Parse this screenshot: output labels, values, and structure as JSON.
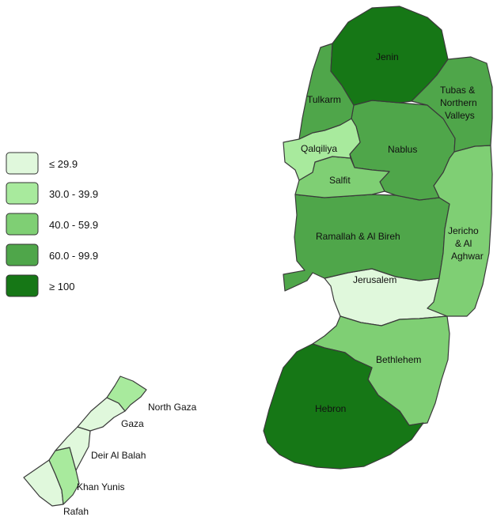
{
  "colors": {
    "class_1": "#e0f8dc",
    "class_2": "#a8ea9d",
    "class_3": "#7fcf74",
    "class_4": "#4fa64a",
    "class_5": "#167716"
  },
  "legend": {
    "items": [
      {
        "label": "≤ 29.9",
        "class": "class_1"
      },
      {
        "label": "30.0 - 39.9",
        "class": "class_2"
      },
      {
        "label": "40.0 - 59.9",
        "class": "class_3"
      },
      {
        "label": "60.0 - 99.9",
        "class": "class_4"
      },
      {
        "label": "≥ 100",
        "class": "class_5"
      }
    ]
  },
  "west_bank": {
    "governorates": [
      {
        "name": "Jenin",
        "label_lines": [
          "Jenin"
        ],
        "class": "class_5"
      },
      {
        "name": "Tubas & Northern Valleys",
        "label_lines": [
          "Tubas &",
          "Northern",
          "Valleys"
        ],
        "class": "class_4"
      },
      {
        "name": "Tulkarm",
        "label_lines": [
          "Tulkarm"
        ],
        "class": "class_4"
      },
      {
        "name": "Nablus",
        "label_lines": [
          "Nablus"
        ],
        "class": "class_4"
      },
      {
        "name": "Qalqiliya",
        "label_lines": [
          "Qalqiliya"
        ],
        "class": "class_2"
      },
      {
        "name": "Salfit",
        "label_lines": [
          "Salfit"
        ],
        "class": "class_3"
      },
      {
        "name": "Jericho & Al Aghwar",
        "label_lines": [
          "Jericho",
          "& Al",
          "Aghwar"
        ],
        "class": "class_3"
      },
      {
        "name": "Ramallah & Al Bireh",
        "label_lines": [
          "Ramallah & Al Bireh"
        ],
        "class": "class_4"
      },
      {
        "name": "Jerusalem",
        "label_lines": [
          "Jerusalem"
        ],
        "class": "class_1"
      },
      {
        "name": "Bethlehem",
        "label_lines": [
          "Bethlehem"
        ],
        "class": "class_3"
      },
      {
        "name": "Hebron",
        "label_lines": [
          "Hebron"
        ],
        "class": "class_5"
      }
    ]
  },
  "gaza_strip": {
    "governorates": [
      {
        "name": "North Gaza",
        "label_lines": [
          "North Gaza"
        ],
        "class": "class_2"
      },
      {
        "name": "Gaza",
        "label_lines": [
          "Gaza"
        ],
        "class": "class_1"
      },
      {
        "name": "Deir Al Balah",
        "label_lines": [
          "Deir Al Balah"
        ],
        "class": "class_1"
      },
      {
        "name": "Khan Yunis",
        "label_lines": [
          "Khan Yunis"
        ],
        "class": "class_2"
      },
      {
        "name": "Rafah",
        "label_lines": [
          "Rafah"
        ],
        "class": "class_1"
      }
    ]
  }
}
